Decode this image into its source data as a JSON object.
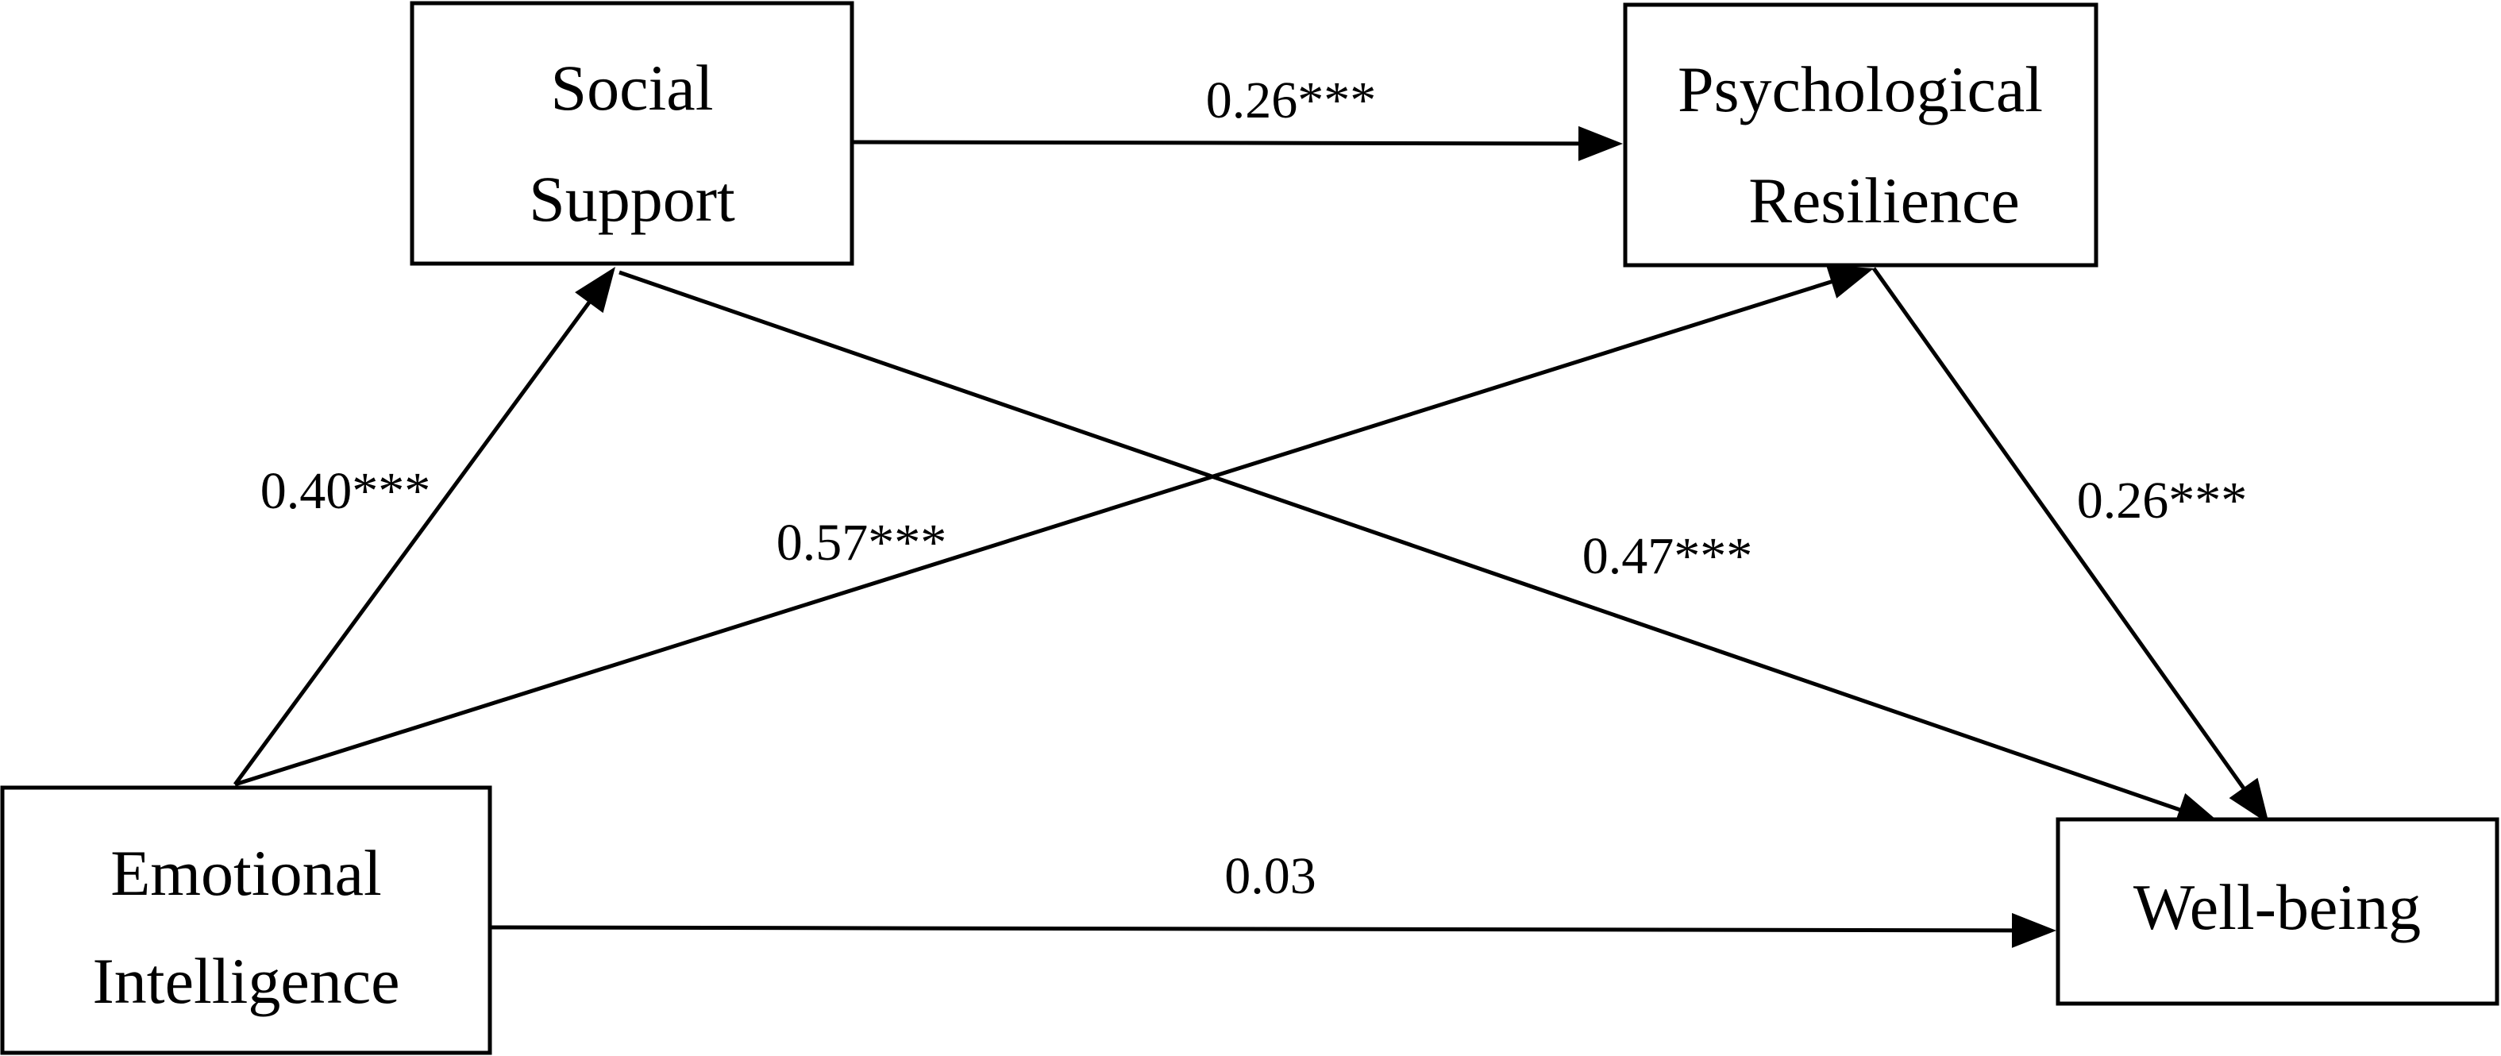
{
  "nodes": {
    "social_support": {
      "line1": "Social",
      "line2": "Support"
    },
    "psychological_resilience": {
      "line1": "Psychological",
      "line2": "Resilience"
    },
    "emotional_intelligence": {
      "line1": "Emotional",
      "line2": "Intelligence"
    },
    "well_being": {
      "line1": "Well-being"
    }
  },
  "edges": {
    "ss_to_pr": {
      "from": "Social Support",
      "to": "Psychological Resilience",
      "label": "0.26***"
    },
    "ei_to_ss": {
      "from": "Emotional Intelligence",
      "to": "Social Support",
      "label": "0.40***"
    },
    "ei_to_pr": {
      "from": "Emotional Intelligence",
      "to": "Psychological Resilience",
      "label": "0.57***"
    },
    "ss_to_wb": {
      "from": "Social Support",
      "to": "Well-being",
      "label": "0.47***"
    },
    "pr_to_wb": {
      "from": "Psychological Resilience",
      "to": "Well-being",
      "label": "0.26***"
    },
    "ei_to_wb": {
      "from": "Emotional Intelligence",
      "to": "Well-being",
      "label": "0.03"
    }
  }
}
